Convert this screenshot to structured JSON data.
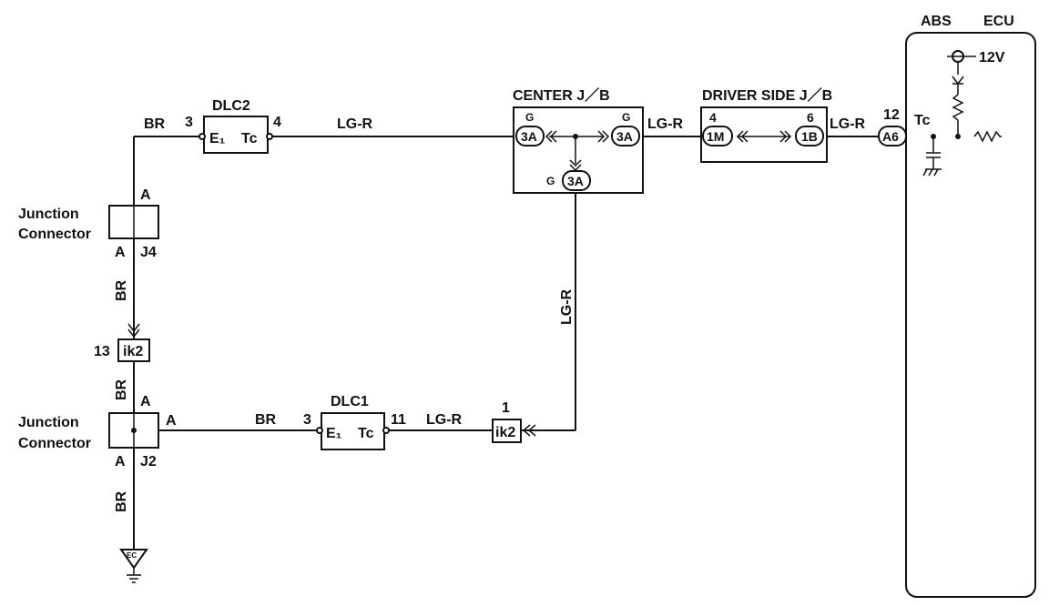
{
  "colors": {
    "ink": "#111111",
    "background": "#ffffff"
  },
  "ecu": {
    "abs": "ABS",
    "ecu": "ECU",
    "voltage": "12V",
    "pin": "12",
    "connector": "A6",
    "terminal": "Tc"
  },
  "dlc2": {
    "name": "DLC2",
    "pin_left": "3",
    "pin_right": "4",
    "term_left": "E₁",
    "term_right": "Tc"
  },
  "dlc1": {
    "name": "DLC1",
    "pin_left": "3",
    "pin_right": "11",
    "term_left": "E₁",
    "term_right": "Tc"
  },
  "center_jb": {
    "name": "CENTER J／B",
    "left": "3A",
    "right": "3A",
    "bottom": "3A",
    "g": "G"
  },
  "driver_jb": {
    "name": "DRIVER SIDE J／B",
    "left_pin": "4",
    "left": "1M",
    "right_pin": "6",
    "right": "1B"
  },
  "junction_top": {
    "label_line1": "Junction",
    "label_line2": "Connector",
    "id": "J4",
    "pin_top": "A",
    "pin_bottom": "A"
  },
  "junction_bottom": {
    "label_line1": "Junction",
    "label_line2": "Connector",
    "id": "J2",
    "pin_top": "A",
    "pin_right": "A",
    "pin_bottom": "A"
  },
  "ik2_left": {
    "pin": "13",
    "name": "ik2"
  },
  "ik2_right": {
    "pin": "1",
    "name": "ik2"
  },
  "ground": {
    "label": "EC"
  },
  "wires": {
    "br_top": "BR",
    "lgr_dlc2_center": "LG-R",
    "lgr_center_driver": "LG-R",
    "lgr_driver_ecu": "LG-R",
    "br_j4_ik2": "BR",
    "br_ik2_j2": "BR",
    "lgr_vertical": "LG-R",
    "br_j2_dlc1": "BR",
    "lgr_dlc1_ik2": "LG-R",
    "br_ground": "BR"
  }
}
